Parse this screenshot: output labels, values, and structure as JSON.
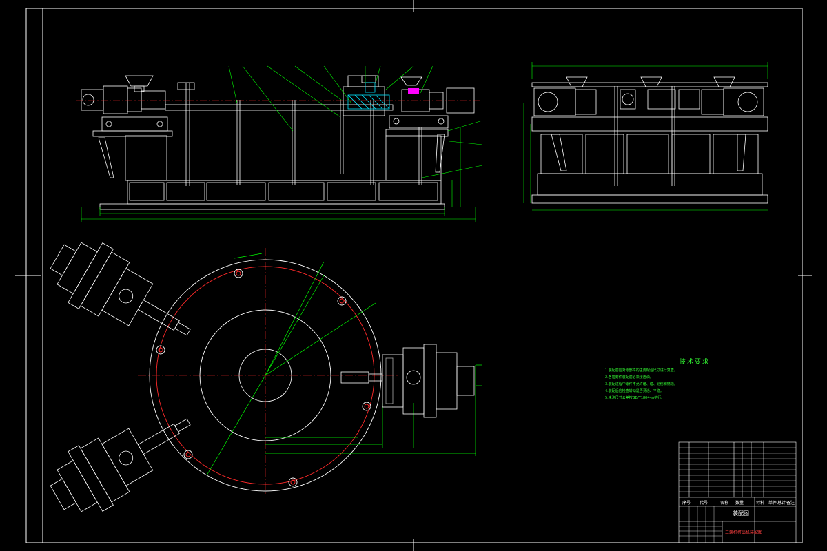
{
  "drawing": {
    "technical_notes_title": "技术要求",
    "technical_notes": [
      "1.装配前应对零部件的主要配合尺寸进行复查。",
      "2.各密封件装配前必须浸透油。",
      "3.装配过程中零件不允许磕、碰、划伤和锈蚀。",
      "4.装配后应检查转动是否灵活、平稳。",
      "5.未注尺寸公差按GB/T1804-m执行。"
    ],
    "title_block": {
      "assembly_label": "装配图",
      "drawing_name": "三螺杆挤出机装配图",
      "header_cells": [
        "序号",
        "代号",
        "名称",
        "数量",
        "材料",
        "单件",
        "总计",
        "备注"
      ]
    },
    "colors": {
      "background": "#000000",
      "frame": "#ffffff",
      "geometry": "#ffffff",
      "dimension": "#00ff00",
      "centerline": "#ff2a2a",
      "hatch": "#00e5ff",
      "highlight": "#ff00ff",
      "notes": "#34ff34"
    },
    "icons": [
      "front-view",
      "side-view",
      "plan-view",
      "title-block"
    ]
  }
}
